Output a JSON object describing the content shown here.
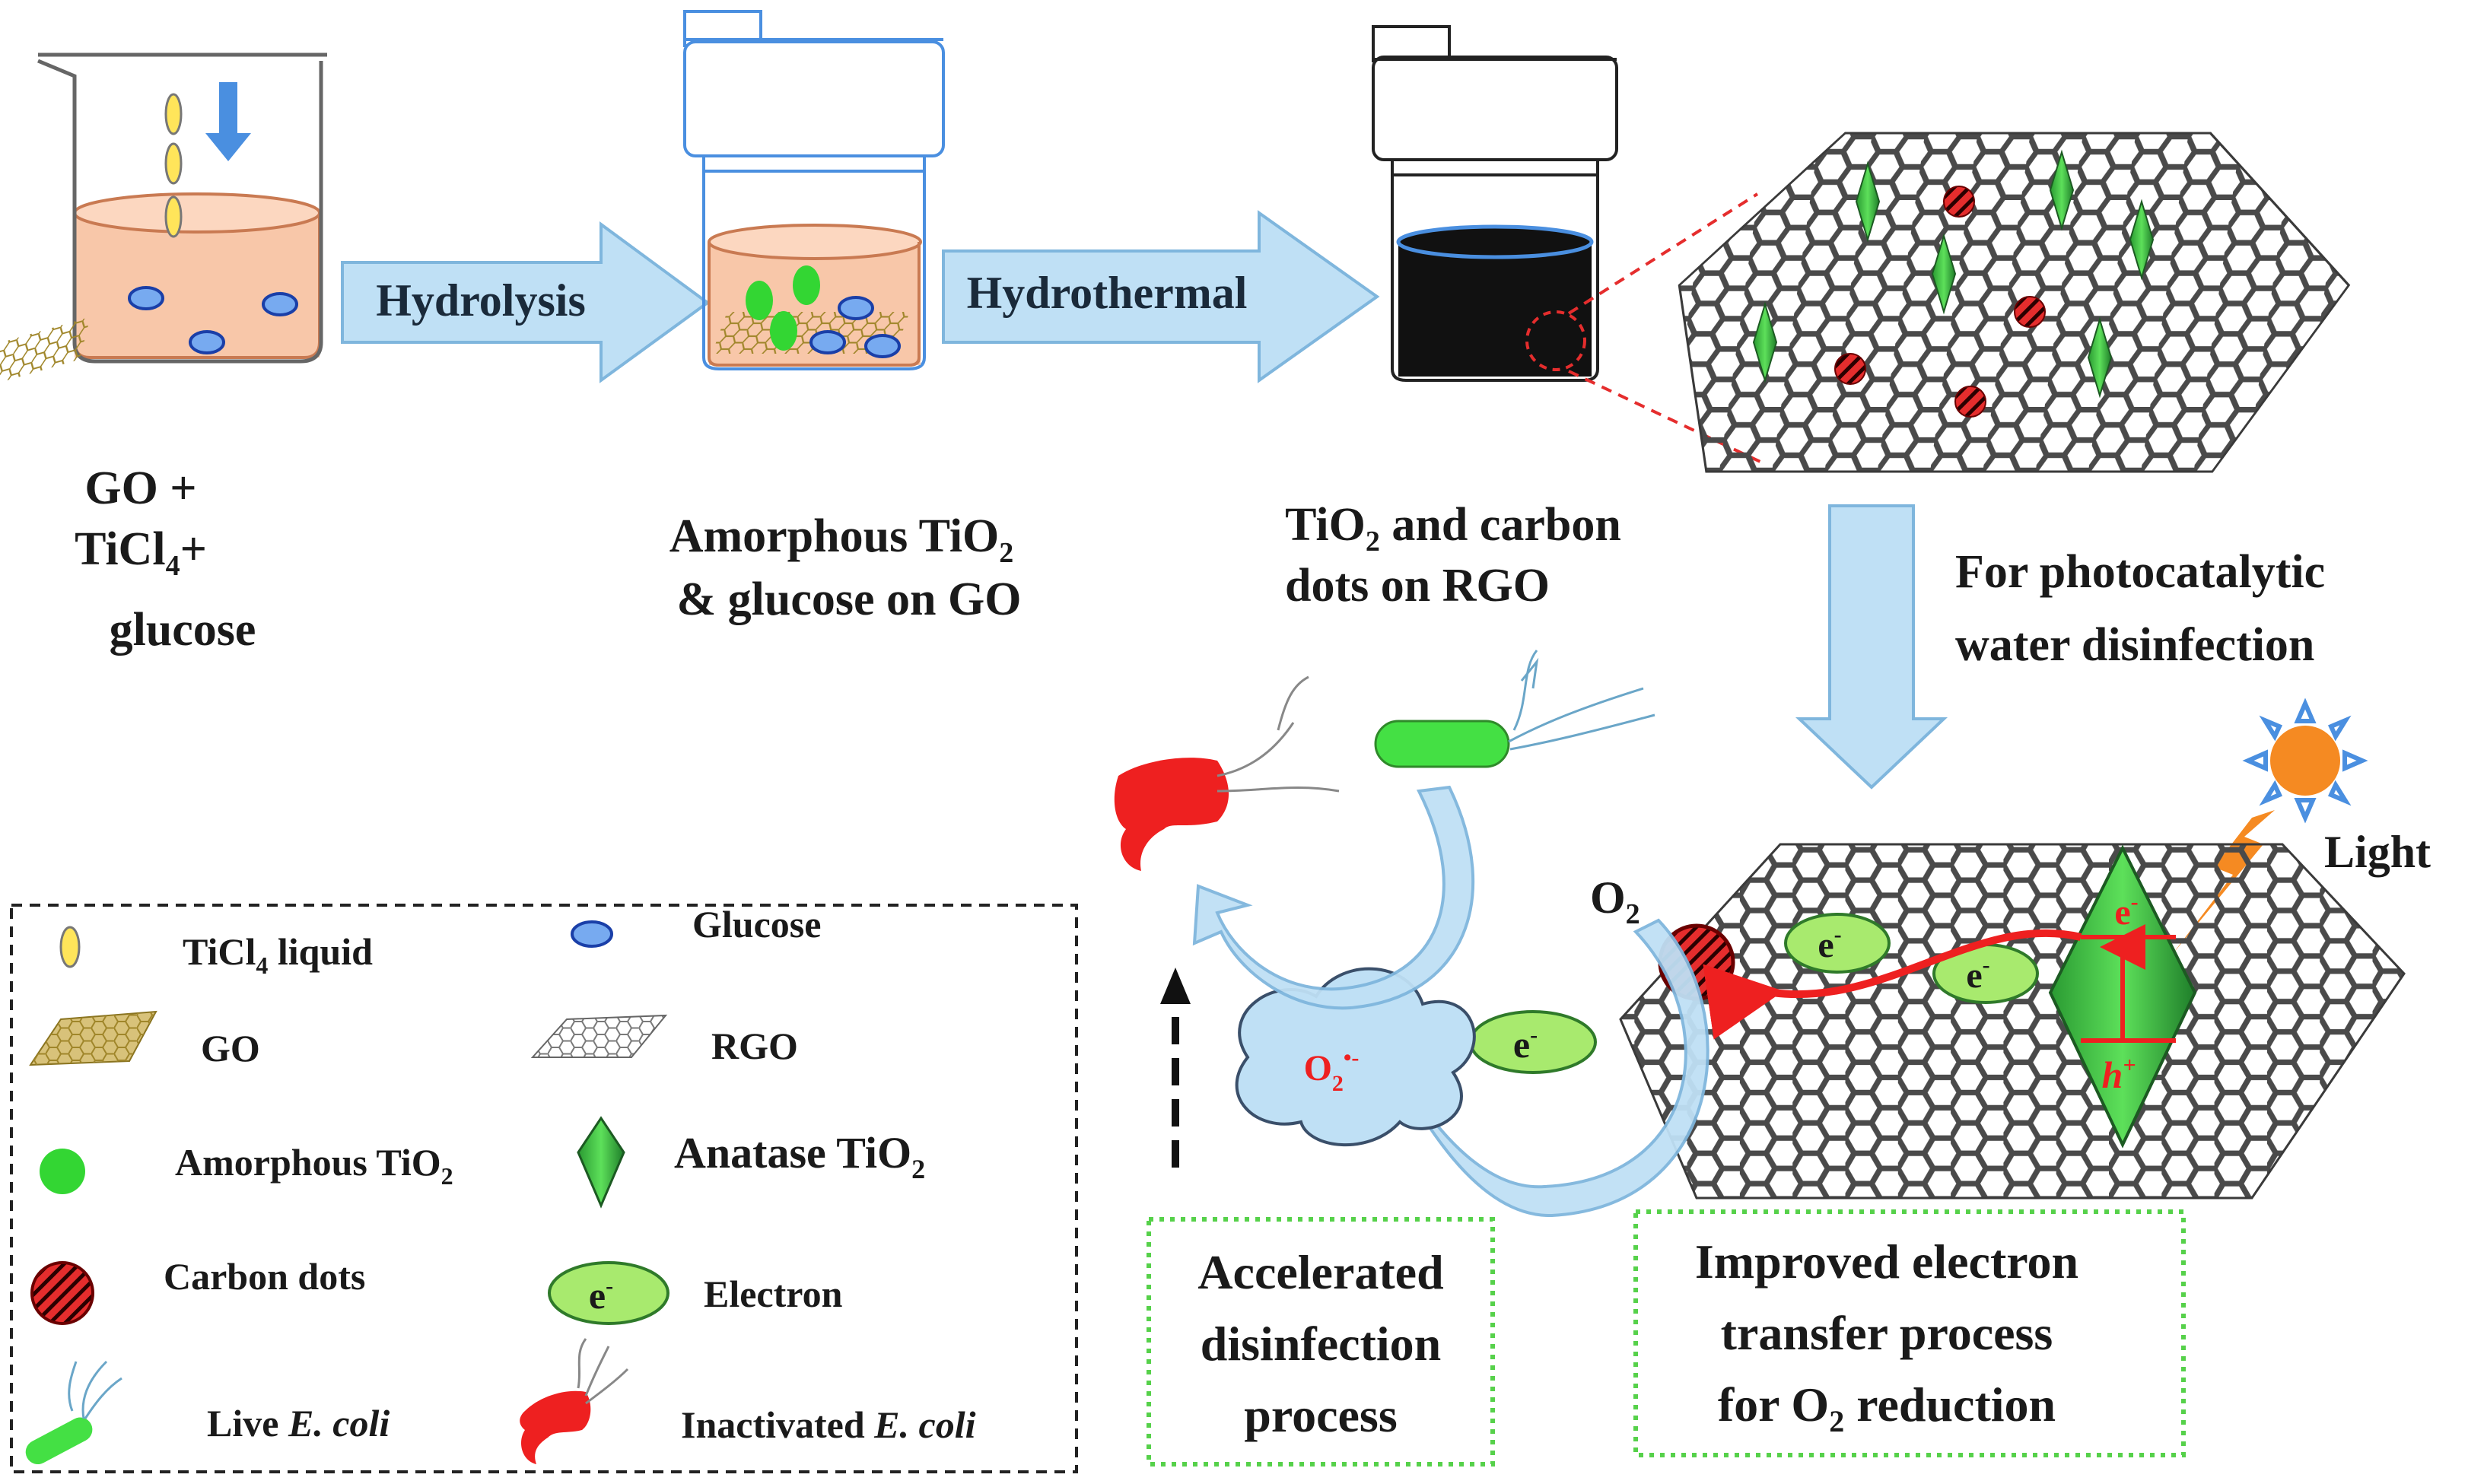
{
  "steps": {
    "hydrolysis": "Hydrolysis",
    "hydrothermal": "Hydrothermal"
  },
  "captions": {
    "beaker": {
      "line1": "GO +",
      "line2_a": "TiCl",
      "line2_sub": "4",
      "line2_b": "+",
      "line3": "glucose"
    },
    "jar1": {
      "line1_a": "Amorphous TiO",
      "line1_sub": "2",
      "line2": "& glucose on GO"
    },
    "jar2": {
      "line1_a": "TiO",
      "line1_sub": "2",
      "line1_b": " and carbon",
      "line2": "dots on RGO"
    },
    "application": {
      "line1": "For photocatalytic",
      "line2": "water disinfection"
    }
  },
  "mechanism": {
    "light": "Light",
    "o2_a": "O",
    "o2_sub": "2",
    "superoxide_a": "O",
    "superoxide_sub": "2",
    "superoxide_sup": "•-",
    "electron_e": "e",
    "electron_sup": "-",
    "hole_h": "h",
    "hole_sup": "+"
  },
  "boxes": {
    "accelerated": [
      "Accelerated",
      "disinfection",
      "process"
    ],
    "improved": {
      "line1": "Improved electron",
      "line2": "transfer process",
      "line3_a": "for O",
      "line3_sub": "2",
      "line3_b": " reduction"
    }
  },
  "legend": {
    "ticl4_a": "TiCl",
    "ticl4_sub": "4",
    "ticl4_b": " liquid",
    "glucose": "Glucose",
    "go": "GO",
    "rgo": "RGO",
    "amorphous_a": "Amorphous TiO",
    "amorphous_sub": "2",
    "anatase_a": "Anatase TiO",
    "anatase_sub": "2",
    "carbon_dots": "Carbon dots",
    "electron": "Electron",
    "live_a": "Live ",
    "live_b": "E. coli",
    "inactivated_a": "Inactivated ",
    "inactivated_b": "E. coli"
  },
  "colors": {
    "arrow_fill": "#bfe0f5",
    "arrow_stroke": "#7fb6dd",
    "jar_stroke": "#4a8fe0",
    "solution": "#f8c7a9",
    "anatase": "#36c944",
    "electron_fill": "#a8ea6e",
    "carbon_dot": "#e52d2d",
    "graphene": "#4a4a4a",
    "red_arrow": "#ee2020",
    "box_border": "#56d14a",
    "sun": "#f58a22"
  }
}
